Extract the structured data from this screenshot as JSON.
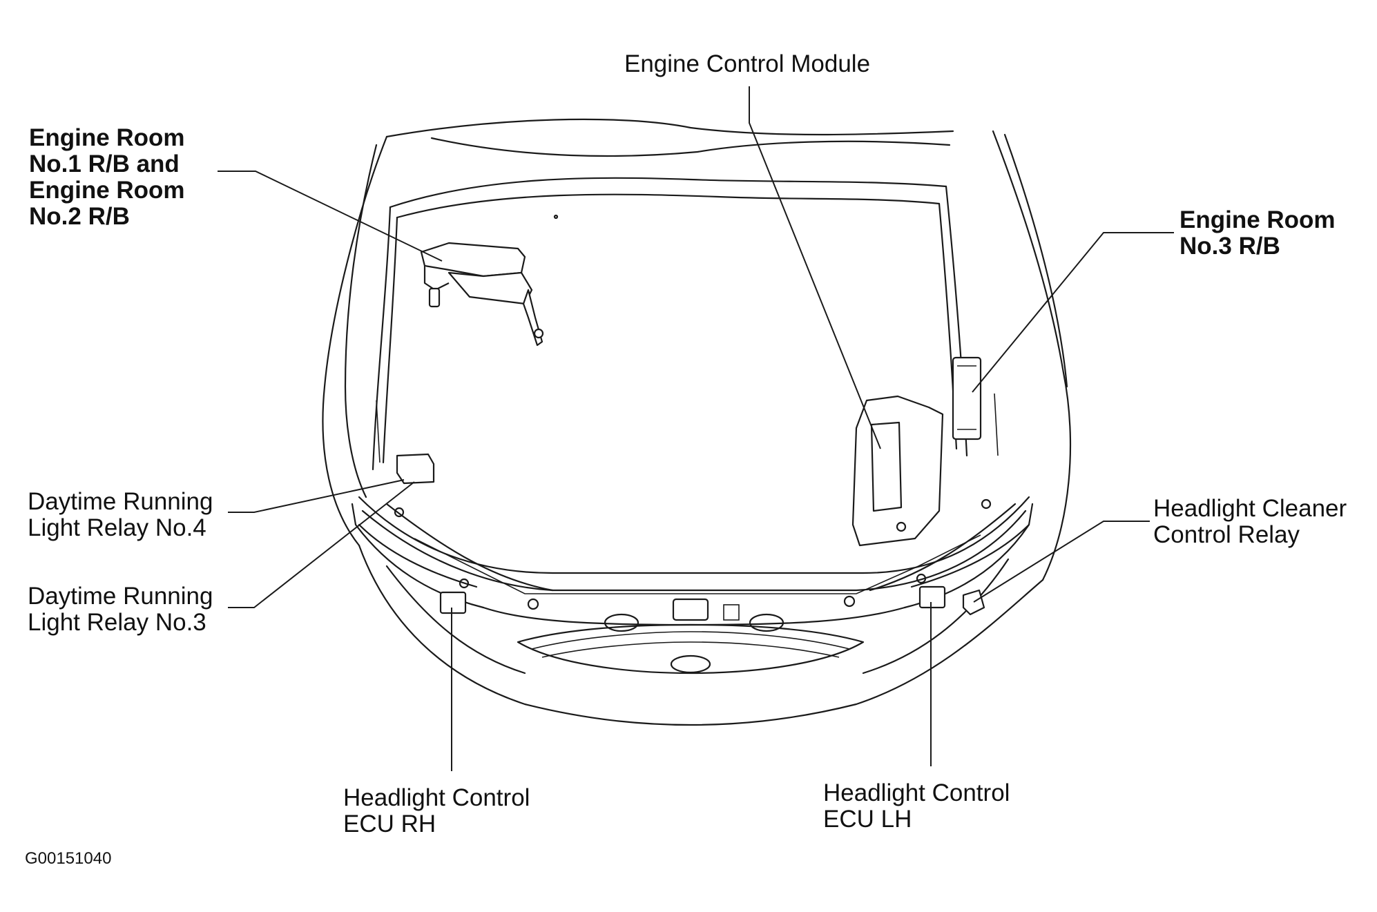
{
  "labels": {
    "engine_control_module": "Engine Control Module",
    "engine_room_1_2": [
      "Engine Room",
      "No.1 R/B and",
      "Engine Room",
      "No.2 R/B"
    ],
    "engine_room_3": [
      "Engine Room",
      "No.3 R/B"
    ],
    "drl_relay_4": [
      "Daytime Running",
      "Light Relay No.4"
    ],
    "drl_relay_3": [
      "Daytime Running",
      "Light Relay No.3"
    ],
    "headlight_cleaner_relay": [
      "Headlight Cleaner",
      "Control Relay"
    ],
    "headlight_ecu_rh": [
      "Headlight Control",
      "ECU RH"
    ],
    "headlight_ecu_lh": [
      "Headlight Control",
      "ECU LH"
    ]
  },
  "figure_code": "G00151040"
}
